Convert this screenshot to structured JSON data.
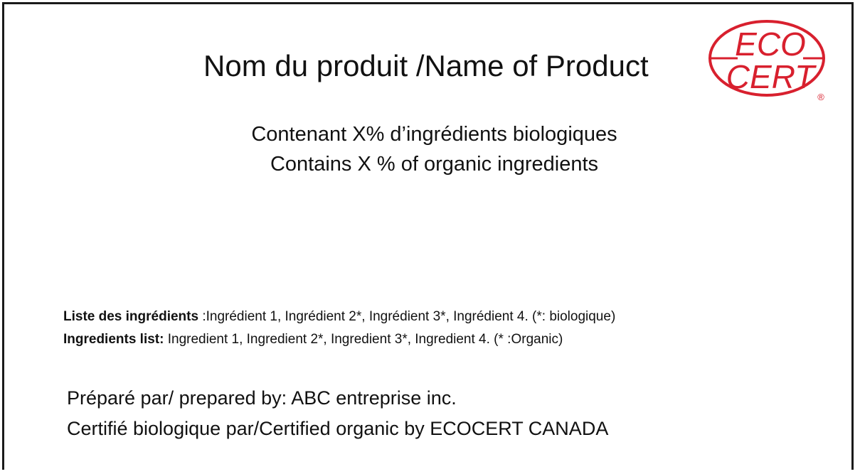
{
  "product_name": "Nom du produit /Name of Product",
  "organic_content": {
    "french": "Contenant X% d’ingrédients biologiques",
    "english": "Contains X % of organic ingredients"
  },
  "ingredients": {
    "french_label": "Liste des ingrédients",
    "french_text": " :Ingrédient 1, Ingrédient 2*, Ingrédient 3*, Ingrédient 4. (*: biologique)",
    "english_label": "Ingredients list:",
    "english_text": " Ingredient 1, Ingredient 2*, Ingredient 3*, Ingredient 4. (* :Organic)"
  },
  "prepared_by": "Préparé par/ prepared by: ABC entreprise inc.",
  "certified_by": "Certifié  biologique par/Certified organic by ECOCERT CANADA",
  "logo": {
    "line1": "ECO",
    "line2": "CERT",
    "registered": "®",
    "color": "#d8202e"
  }
}
